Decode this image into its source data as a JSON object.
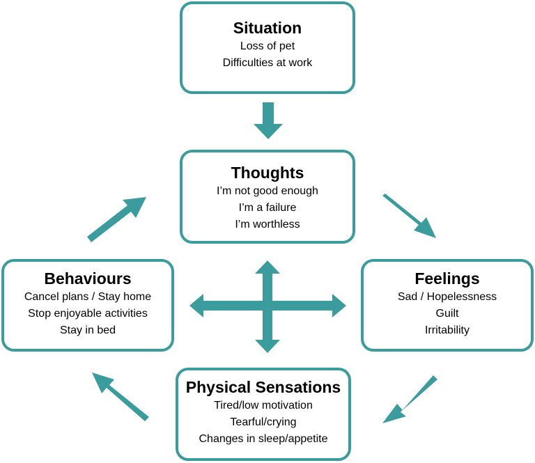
{
  "colors": {
    "accent": "#3a9c9c",
    "text": "#000000",
    "background": "#ffffff"
  },
  "boxes": {
    "situation": {
      "title": "Situation",
      "lines": [
        "Loss of pet",
        "Difficulties at work"
      ]
    },
    "thoughts": {
      "title": "Thoughts",
      "lines": [
        "I’m not good enough",
        "I’m a failure",
        "I’m worthless"
      ]
    },
    "behaviours": {
      "title": "Behaviours",
      "lines": [
        "Cancel plans / Stay home",
        "Stop enjoyable activities",
        "Stay in bed"
      ]
    },
    "feelings": {
      "title": "Feelings",
      "lines": [
        "Sad / Hopelessness",
        "Guilt",
        "Irritability"
      ]
    },
    "physical": {
      "title": "Physical Sensations",
      "lines": [
        "Tired/low motivation",
        "Tearful/crying",
        "Changes in sleep/appetite"
      ]
    }
  },
  "connections": [
    {
      "from": "situation",
      "to": "thoughts"
    },
    {
      "from": "thoughts",
      "to": "feelings"
    },
    {
      "from": "feelings",
      "to": "physical"
    },
    {
      "from": "physical",
      "to": "behaviours"
    },
    {
      "from": "behaviours",
      "to": "thoughts"
    },
    {
      "from": "thoughts",
      "to": "physical",
      "bidirectional": true
    },
    {
      "from": "behaviours",
      "to": "feelings",
      "bidirectional": true
    }
  ]
}
